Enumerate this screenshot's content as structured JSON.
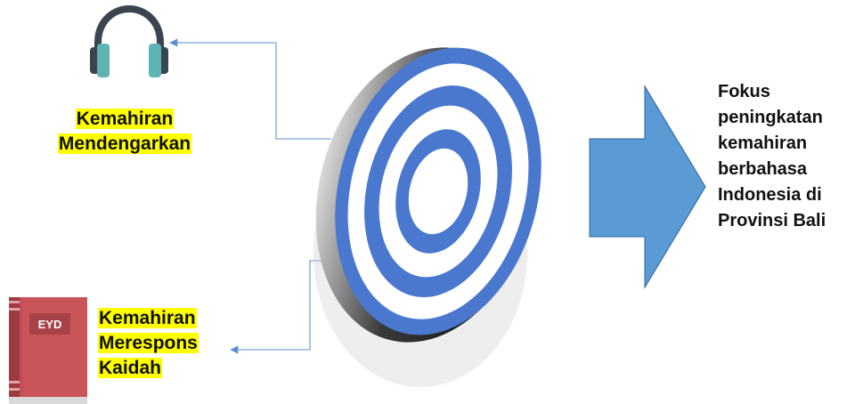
{
  "labels": {
    "listening": [
      "Kemahiran",
      "Mendengarkan"
    ],
    "rules": [
      "Kemahiran",
      "Merespons",
      "Kaidah"
    ],
    "focus": [
      "Fokus",
      "peningkatan",
      "kemahiran",
      "berbahasa",
      "Indonesia di",
      "Provinsi Bali"
    ]
  },
  "book": {
    "title": "EYD"
  },
  "colors": {
    "ring_blue": "#4a78cf",
    "ring_white": "#ffffff",
    "arrow_fill": "#5b9bd5",
    "arrow_stroke": "#2e5f9a",
    "connector": "#7aa6d6",
    "highlight": "#ffff00",
    "book_red": "#c9545a",
    "headphone_teal": "#5fb3b3",
    "headphone_dark": "#3b4550"
  },
  "icons": [
    "headphones-icon",
    "book-icon",
    "target-icon",
    "right-arrow-icon"
  ]
}
